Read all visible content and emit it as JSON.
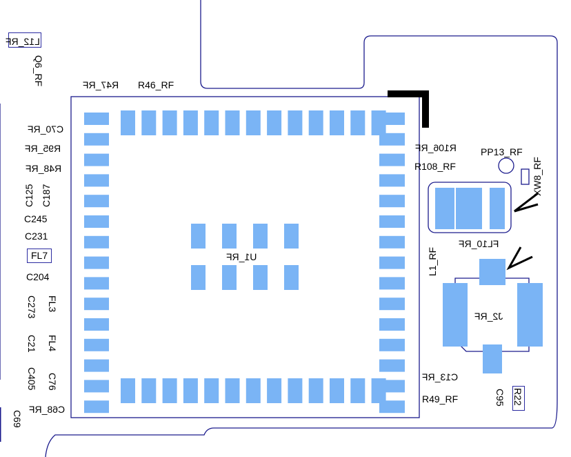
{
  "colors": {
    "outline": "#1a1a8c",
    "pad": "#7ab4f5",
    "marker": "#000000"
  },
  "labels": {
    "l12": "L12_RF",
    "q6": "Q6_RF",
    "r47": "R47_RF",
    "r46": "R46_RF",
    "c70": "C70_RF",
    "r95": "R95_RF",
    "r48": "R48_RF",
    "c125": "C125",
    "c187": "C187",
    "c245": "C245",
    "c231": "C231",
    "fl7": "FL7",
    "c204": "C204",
    "c273": "C273",
    "fl3": "FL3",
    "c21": "C21",
    "fl4": "FL4",
    "c405": "C405",
    "c76": "C76",
    "c68": "C68_RF",
    "c69": "C69",
    "u1": "U1_RF",
    "r106": "R106_RF",
    "r108": "R108_RF",
    "pp13": "PP13_RF",
    "xw8": "XW8_RF",
    "fl10": "FL10_RF",
    "l1": "L1_RF",
    "j2": "J2_RF",
    "c13": "C13_RF",
    "r49": "R49_RF",
    "c95": "C95",
    "r22": "R22"
  }
}
